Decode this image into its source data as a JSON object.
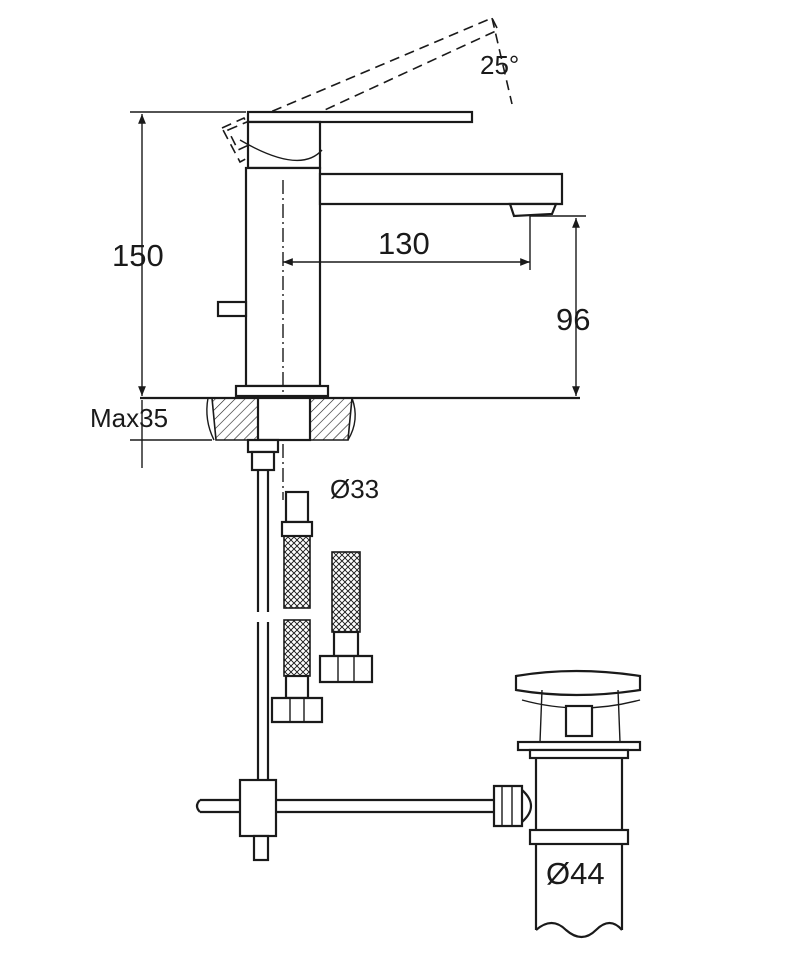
{
  "dimensions": {
    "angle": "25°",
    "height_total": "150",
    "spout_reach": "130",
    "spout_height": "96",
    "max_thickness": "Max35",
    "hole_diameter": "Ø33",
    "drain_diameter": "Ø44"
  }
}
